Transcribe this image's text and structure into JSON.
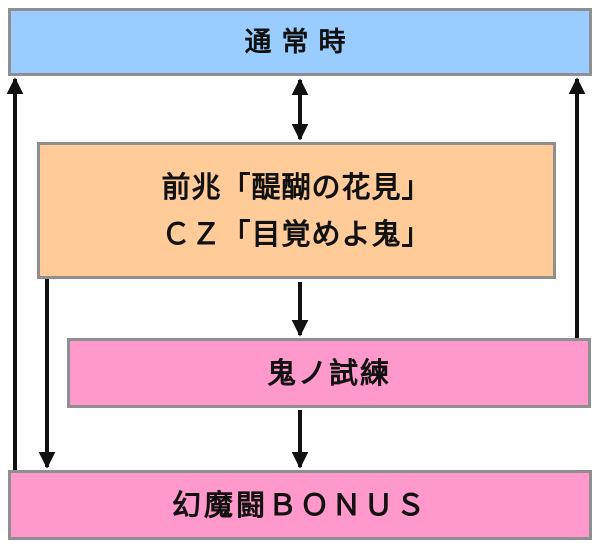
{
  "diagram": {
    "nodes": {
      "normal": {
        "label": "通常時",
        "color": "#99ccff"
      },
      "premonition": {
        "line1": "前兆「醍醐の花見」",
        "line2": "ＣＺ「目覚めよ鬼」",
        "color": "#ffcc99"
      },
      "trial": {
        "label": "鬼ノ試練",
        "color": "#ff99cc"
      },
      "bonus": {
        "label": "幻魔闘ＢＯＮＵＳ",
        "color": "#ff99cc"
      }
    },
    "edges": [
      {
        "from": "normal",
        "to": "premonition",
        "bidirectional": true
      },
      {
        "from": "premonition",
        "to": "trial"
      },
      {
        "from": "premonition",
        "to": "bonus"
      },
      {
        "from": "trial",
        "to": "bonus"
      },
      {
        "from": "bonus",
        "to": "normal"
      },
      {
        "from": "trial",
        "to": "normal"
      }
    ],
    "arrow_color": "#111111",
    "border_color": "#8f8f8f"
  }
}
